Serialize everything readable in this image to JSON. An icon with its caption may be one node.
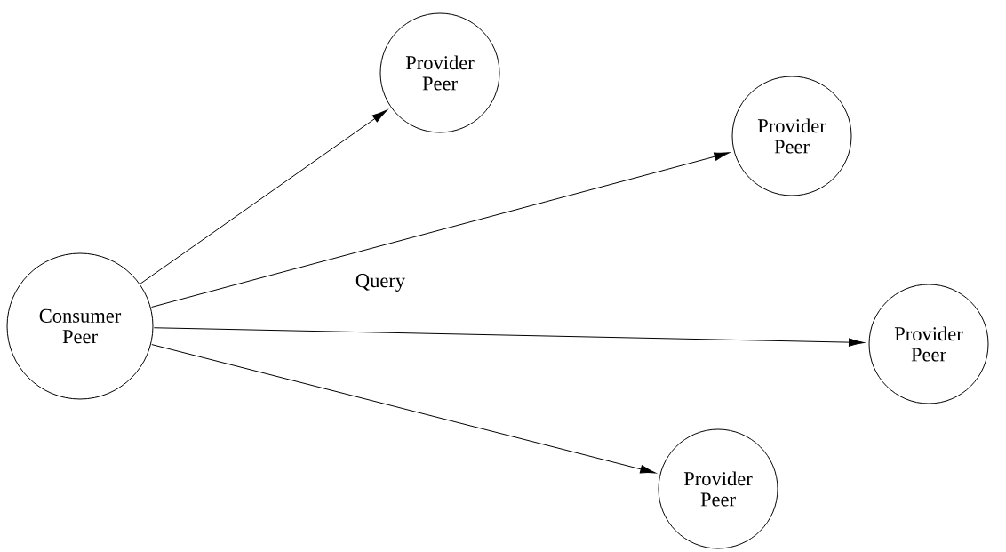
{
  "diagram": {
    "nodes": [
      {
        "text": [
          "Consumer Peer"
        ]
      },
      {
        "text": [
          "Provider Peer"
        ]
      },
      {
        "text": [
          "Provider Peer"
        ]
      },
      {
        "text": [
          "Provider Peer"
        ]
      },
      {
        "text": [
          "Provider Peer"
        ]
      }
    ],
    "edges": [
      {
        "from": 0,
        "to": 1,
        "arrow": "to"
      },
      {
        "from": 0,
        "to": 2,
        "arrow": "to"
      },
      {
        "from": 0,
        "to": 3,
        "arrow": "to"
      },
      {
        "from": 0,
        "to": 4,
        "arrow": "to"
      }
    ],
    "labels": [
      "Query"
    ]
  }
}
